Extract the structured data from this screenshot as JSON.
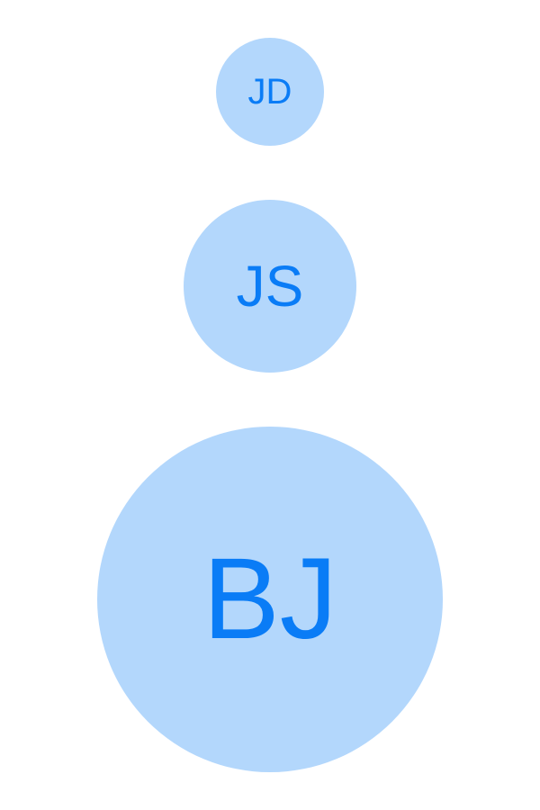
{
  "colors": {
    "avatar_background": "#b3d7fc",
    "avatar_text": "#0a7cf6",
    "page_background": "#ffffff"
  },
  "avatars": [
    {
      "initials": "JD",
      "size": "small"
    },
    {
      "initials": "JS",
      "size": "medium"
    },
    {
      "initials": "BJ",
      "size": "large"
    }
  ]
}
